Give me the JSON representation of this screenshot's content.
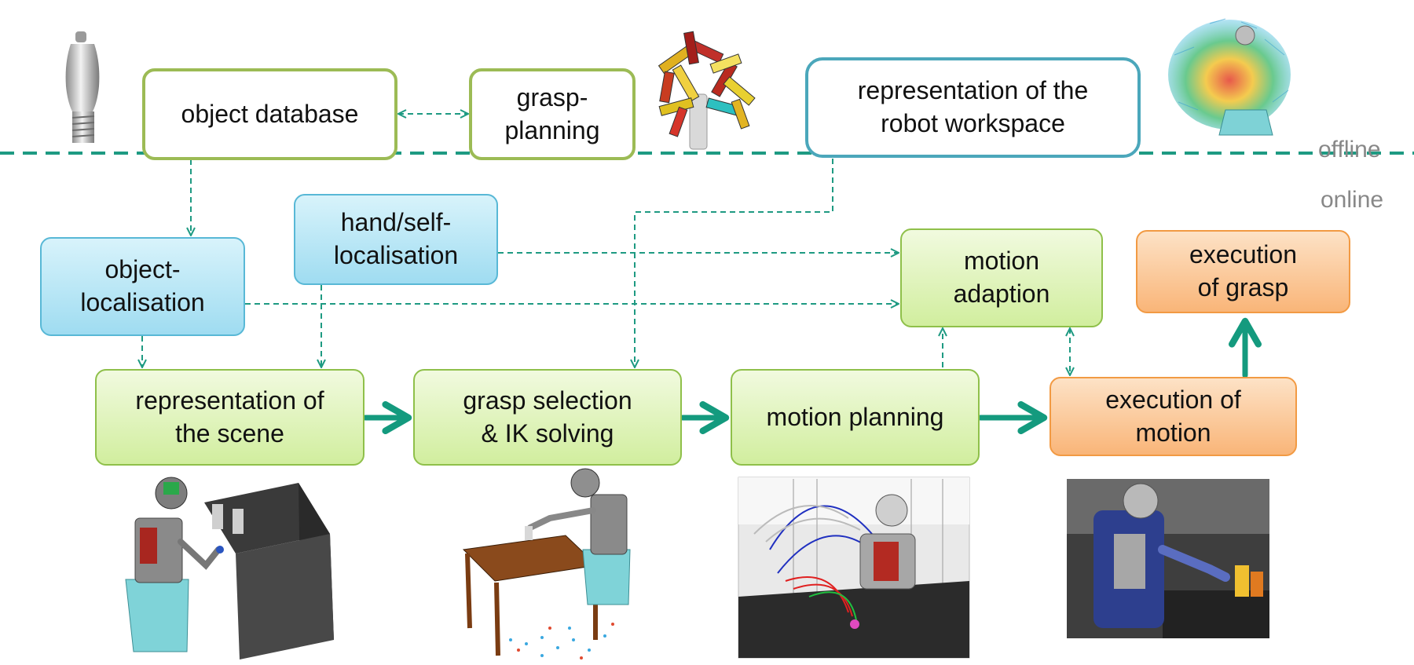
{
  "zones": {
    "offline": "offline",
    "online": "online"
  },
  "boxes": {
    "object_database": "object database",
    "grasp_planning": "grasp-\nplanning",
    "robot_workspace": "representation of the\nrobot workspace",
    "object_localisation": "object-\nlocalisation",
    "hand_self_localisation": "hand/self-\nlocalisation",
    "motion_adaption": "motion\nadaption",
    "execution_of_grasp": "execution\nof grasp",
    "representation_of_scene": "representation of\nthe scene",
    "grasp_selection": "grasp selection\n& IK solving",
    "motion_planning": "motion planning",
    "execution_of_motion": "execution of\nmotion"
  },
  "images": [
    "lightbulb-model",
    "grasp-set-visualisation",
    "workspace-reachability-visualisation",
    "robot-scene-render",
    "robot-table-grasp-render",
    "motion-planning-render",
    "robot-execution-photo"
  ],
  "colors": {
    "dashed_divider": "#1e9a82",
    "dashed_arrow": "#1e9a82",
    "solid_arrow": "#149a7e",
    "offline_box_border": "#9cbb55",
    "workspace_box_border": "#4ba7bb",
    "localisation_fill": "#9fdcf1",
    "planning_fill": "#d1ee9e",
    "execution_fill": "#f9b578"
  }
}
